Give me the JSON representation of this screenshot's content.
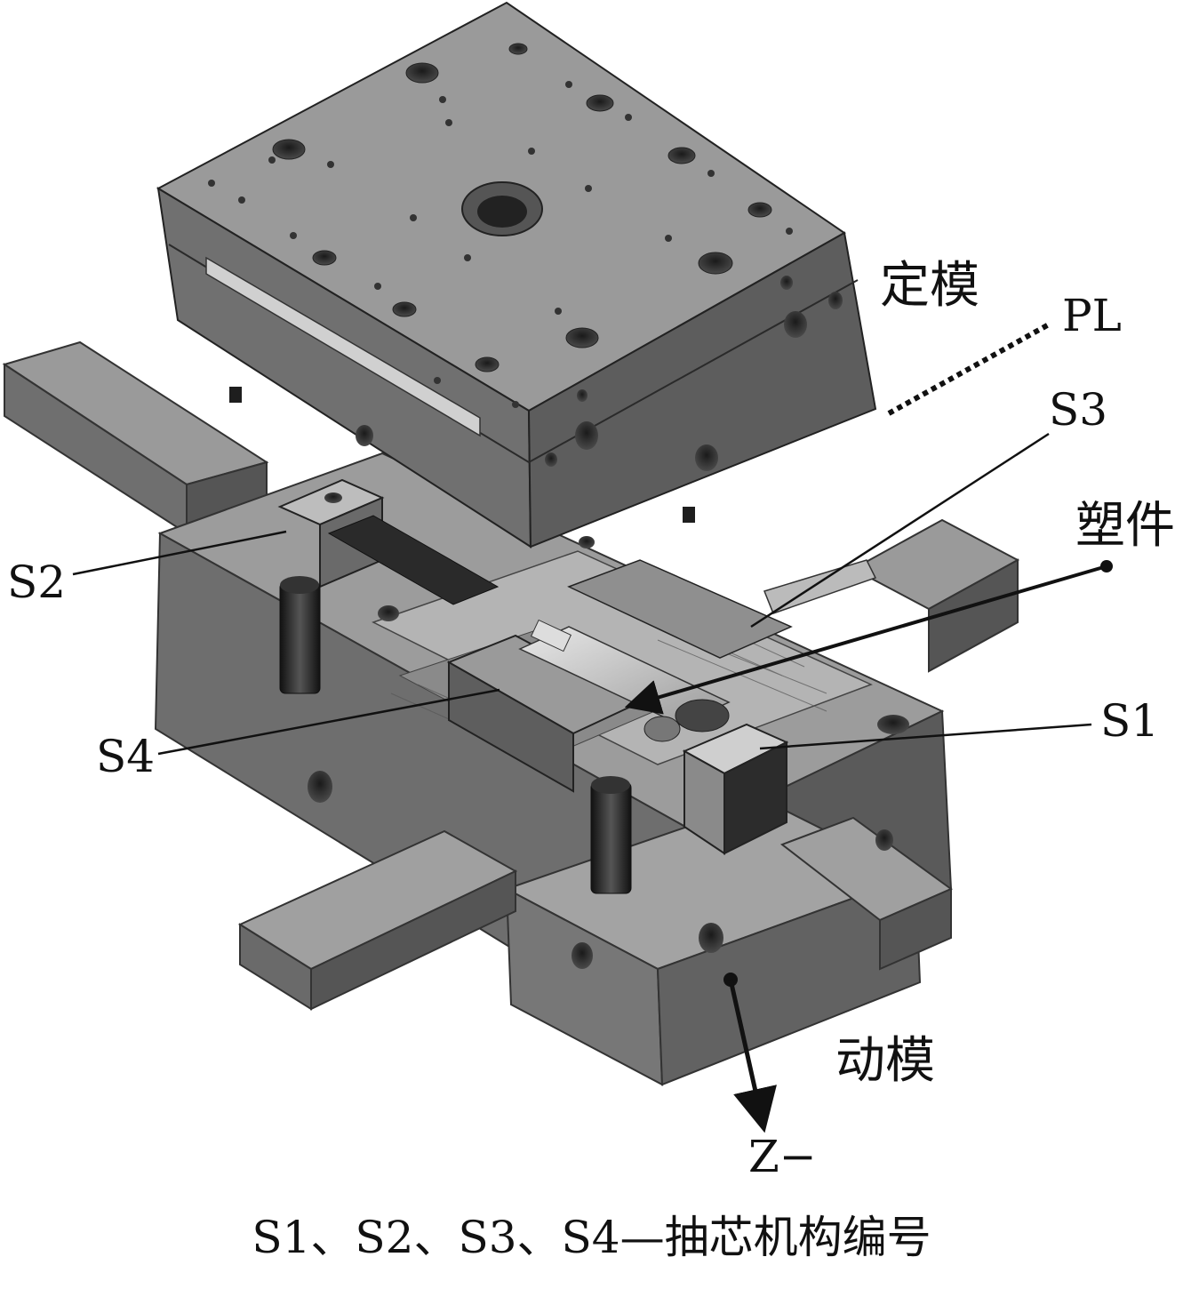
{
  "labels": {
    "fixed_mold": "定模",
    "moving_mold": "动模",
    "parting_line": "PL",
    "plastic_part": "塑件",
    "s1": "S1",
    "s2": "S2",
    "s3": "S3",
    "s4": "S4",
    "direction": "Z−"
  },
  "caption": "S1、S2、S3、S4—抽芯机构编号",
  "colors": {
    "steel_top": "#9a9a9a",
    "steel_side": "#6f6f6f",
    "steel_dark": "#3a3a3a",
    "leader": "#111111"
  }
}
